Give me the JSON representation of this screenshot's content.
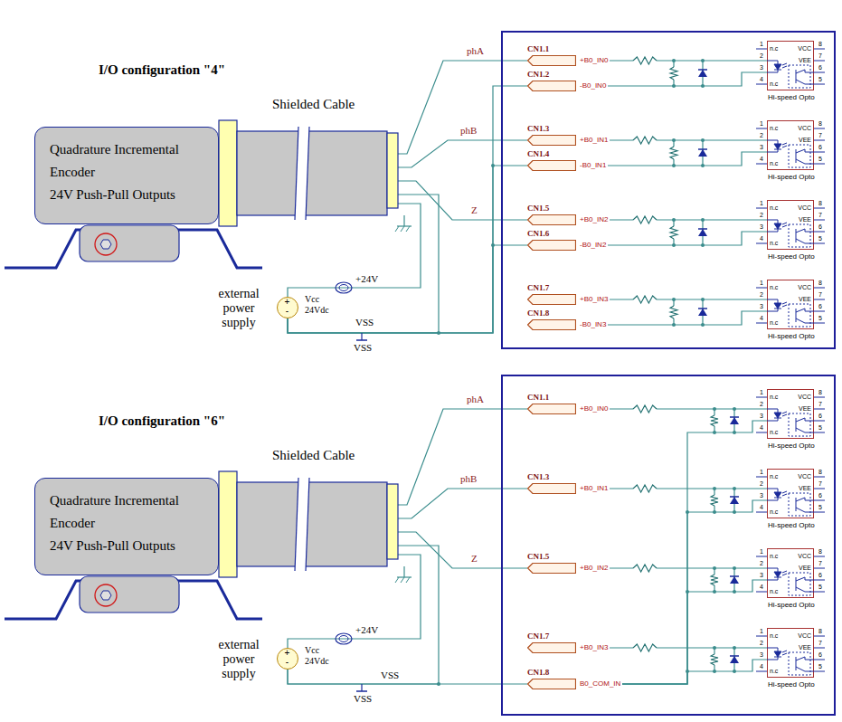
{
  "diagram": {
    "nodes": [
      {
        "text": [
          "Quadrature Incremental Encoder",
          "24V Push-Pull Outputs"
        ]
      },
      {
        "text": [
          "external power supply",
          "Vcc 24Vdc",
          "+",
          "-"
        ]
      },
      {
        "text": [
          "CN1.1",
          "+B0_IN0"
        ]
      },
      {
        "text": [
          "CN1.2",
          "-B0_IN0"
        ]
      },
      {
        "text": [
          "CN1.3",
          "+B0_IN1"
        ]
      },
      {
        "text": [
          "CN1.4",
          "-B0_IN1"
        ]
      },
      {
        "text": [
          "CN1.5",
          "+B0_IN2"
        ]
      },
      {
        "text": [
          "CN1.6",
          "-B0_IN2"
        ]
      },
      {
        "text": [
          "CN1.7",
          "+B0_IN3"
        ]
      },
      {
        "text": [
          "CN1.8",
          "-B0_IN3"
        ]
      },
      {
        "text": [
          "n.c",
          "n.c",
          "VCC",
          "VEE",
          "1",
          "2",
          "3",
          "4",
          "8",
          "7",
          "6",
          "5",
          "Hi-speed Opto"
        ]
      },
      {
        "text": [
          "n.c",
          "n.c",
          "VCC",
          "VEE",
          "1",
          "2",
          "3",
          "4",
          "8",
          "7",
          "6",
          "5",
          "Hi-speed Opto"
        ]
      },
      {
        "text": [
          "n.c",
          "n.c",
          "VCC",
          "VEE",
          "1",
          "2",
          "3",
          "4",
          "8",
          "7",
          "6",
          "5",
          "Hi-speed Opto"
        ]
      },
      {
        "text": [
          "n.c",
          "n.c",
          "VCC",
          "VEE",
          "1",
          "2",
          "3",
          "4",
          "8",
          "7",
          "6",
          "5",
          "Hi-speed Opto"
        ]
      },
      {
        "text": [
          "Quadrature Incremental Encoder",
          "24V Push-Pull Outputs"
        ]
      },
      {
        "text": [
          "external power supply",
          "Vcc 24Vdc",
          "+",
          "-"
        ]
      },
      {
        "text": [
          "CN1.1",
          "+B0_IN0"
        ]
      },
      {
        "text": [
          "CN1.3",
          "+B0_IN1"
        ]
      },
      {
        "text": [
          "CN1.5",
          "+B0_IN2"
        ]
      },
      {
        "text": [
          "CN1.7",
          "+B0_IN3"
        ]
      },
      {
        "text": [
          "CN1.8",
          "B0_COM_IN"
        ]
      },
      {
        "text": [
          "n.c",
          "n.c",
          "VCC",
          "VEE",
          "1",
          "2",
          "3",
          "4",
          "8",
          "7",
          "6",
          "5",
          "Hi-speed Opto"
        ]
      },
      {
        "text": [
          "n.c",
          "n.c",
          "VCC",
          "VEE",
          "1",
          "2",
          "3",
          "4",
          "8",
          "7",
          "6",
          "5",
          "Hi-speed Opto"
        ]
      },
      {
        "text": [
          "n.c",
          "n.c",
          "VCC",
          "VEE",
          "1",
          "2",
          "3",
          "4",
          "8",
          "7",
          "6",
          "5",
          "Hi-speed Opto"
        ]
      },
      {
        "text": [
          "n.c",
          "n.c",
          "VCC",
          "VEE",
          "1",
          "2",
          "3",
          "4",
          "8",
          "7",
          "6",
          "5",
          "Hi-speed Opto"
        ]
      }
    ],
    "edges": [
      {
        "from": 0,
        "to": 2,
        "arrow": "none",
        "label": "phA"
      },
      {
        "from": 0,
        "to": 4,
        "arrow": "none",
        "label": "phB"
      },
      {
        "from": 0,
        "to": 6,
        "arrow": "none",
        "label": "Z"
      },
      {
        "from": 1,
        "to": 0,
        "arrow": "none",
        "label": "+24V"
      },
      {
        "from": 1,
        "to": 0,
        "arrow": "none",
        "label": "VSS"
      },
      {
        "from": 1,
        "to": 3,
        "arrow": "none"
      },
      {
        "from": 1,
        "to": 5,
        "arrow": "none"
      },
      {
        "from": 1,
        "to": 7,
        "arrow": "none"
      },
      {
        "from": 2,
        "to": 10,
        "arrow": "none"
      },
      {
        "from": 3,
        "to": 10,
        "arrow": "none"
      },
      {
        "from": 4,
        "to": 11,
        "arrow": "none"
      },
      {
        "from": 5,
        "to": 11,
        "arrow": "none"
      },
      {
        "from": 6,
        "to": 12,
        "arrow": "none"
      },
      {
        "from": 7,
        "to": 12,
        "arrow": "none"
      },
      {
        "from": 8,
        "to": 13,
        "arrow": "none"
      },
      {
        "from": 9,
        "to": 13,
        "arrow": "none"
      },
      {
        "from": 14,
        "to": 16,
        "arrow": "none",
        "label": "phA"
      },
      {
        "from": 14,
        "to": 17,
        "arrow": "none",
        "label": "phB"
      },
      {
        "from": 14,
        "to": 18,
        "arrow": "none",
        "label": "Z"
      },
      {
        "from": 15,
        "to": 14,
        "arrow": "none",
        "label": "+24V"
      },
      {
        "from": 15,
        "to": 14,
        "arrow": "none"
      },
      {
        "from": 15,
        "to": 20,
        "arrow": "none",
        "label": "VSS"
      },
      {
        "from": 16,
        "to": 21,
        "arrow": "none"
      },
      {
        "from": 17,
        "to": 22,
        "arrow": "none"
      },
      {
        "from": 18,
        "to": 23,
        "arrow": "none"
      },
      {
        "from": 19,
        "to": 24,
        "arrow": "none"
      },
      {
        "from": 20,
        "to": 21,
        "arrow": "none"
      },
      {
        "from": 20,
        "to": 22,
        "arrow": "none"
      },
      {
        "from": 20,
        "to": 23,
        "arrow": "none"
      },
      {
        "from": 20,
        "to": 24,
        "arrow": "none"
      }
    ],
    "labels": [
      "I/O configuration \"4\"",
      "Shielded Cable",
      "VSS",
      "I/O configuration \"6\"",
      "Shielded Cable",
      "VSS"
    ]
  }
}
